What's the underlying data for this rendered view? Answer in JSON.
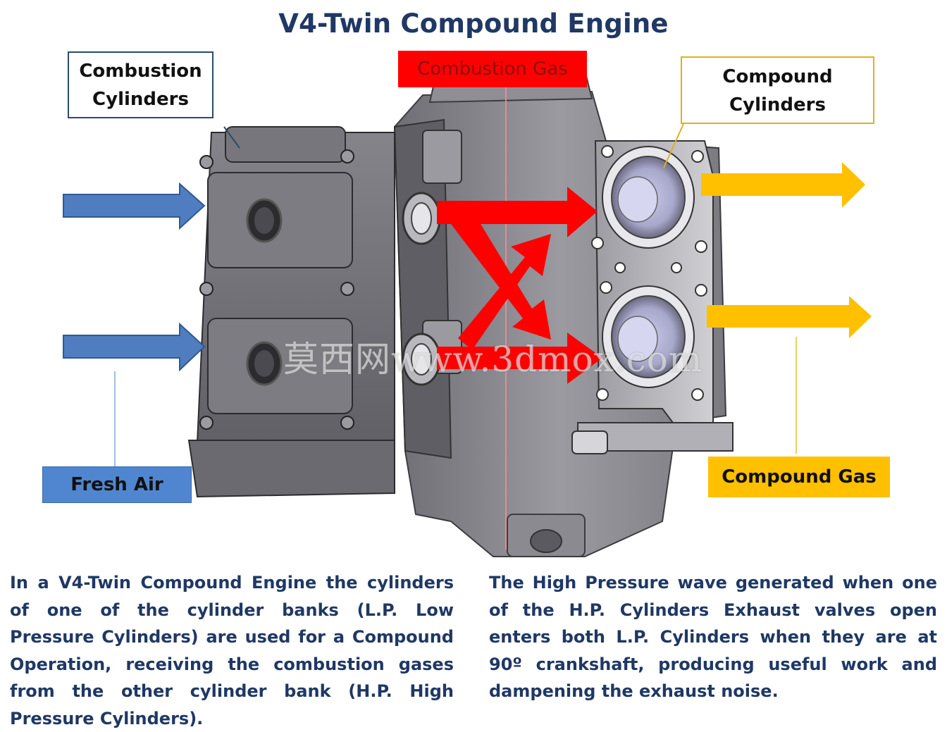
{
  "title": "V4-Twin Compound Engine",
  "labels": {
    "combustion_cylinders": [
      "Combustion",
      "Cylinders"
    ],
    "combustion_gas": "Combustion Gas",
    "compound_cylinders": [
      "Compound",
      "Cylinders"
    ],
    "fresh_air": "Fresh Air",
    "compound_gas": "Compound Gas"
  },
  "description": {
    "left": "In a V4-Twin Compound Engine the cylinders of one of  the cylinder banks (L.P. Low Pressure Cylinders) are used for a Compound Operation, receiving the combustion gases from the other cylinder bank (H.P. High Pressure Cylinders).",
    "right": "The High Pressure wave generated when one of the H.P. Cylinders Exhaust valves open enters both L.P. Cylinders when they are at 90º crankshaft, producing useful work and dampening the exhaust noise."
  },
  "watermark": "莫西网www.3dmox.com",
  "colors": {
    "title": "#1f3864",
    "fresh_air": "#4f86cf",
    "combustion_gas": "#ff0000",
    "compound_gas": "#ffc000",
    "engine": "#8a8a90"
  }
}
